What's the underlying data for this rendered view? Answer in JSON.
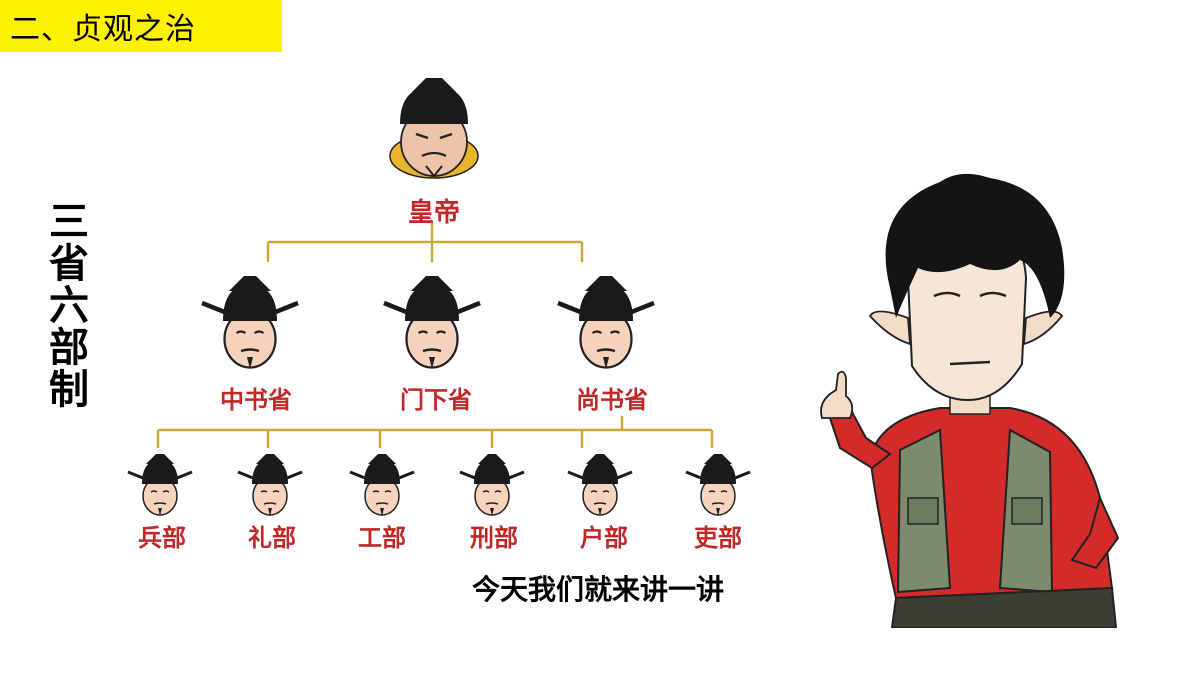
{
  "header": {
    "section_title": "二、贞观之治"
  },
  "side_title": "三省六部制",
  "org_chart": {
    "root": {
      "label": "皇帝"
    },
    "departments": [
      {
        "label": "中书省"
      },
      {
        "label": "门下省"
      },
      {
        "label": "尚书省"
      }
    ],
    "ministries": [
      {
        "label": "兵部"
      },
      {
        "label": "礼部"
      },
      {
        "label": "工部"
      },
      {
        "label": "刑部"
      },
      {
        "label": "户部"
      },
      {
        "label": "吏部"
      }
    ]
  },
  "subtitle": "今天我们就来讲一讲",
  "colors": {
    "header_bg": "#fff200",
    "label": "#c0282a",
    "connector": "#c8a83a"
  }
}
